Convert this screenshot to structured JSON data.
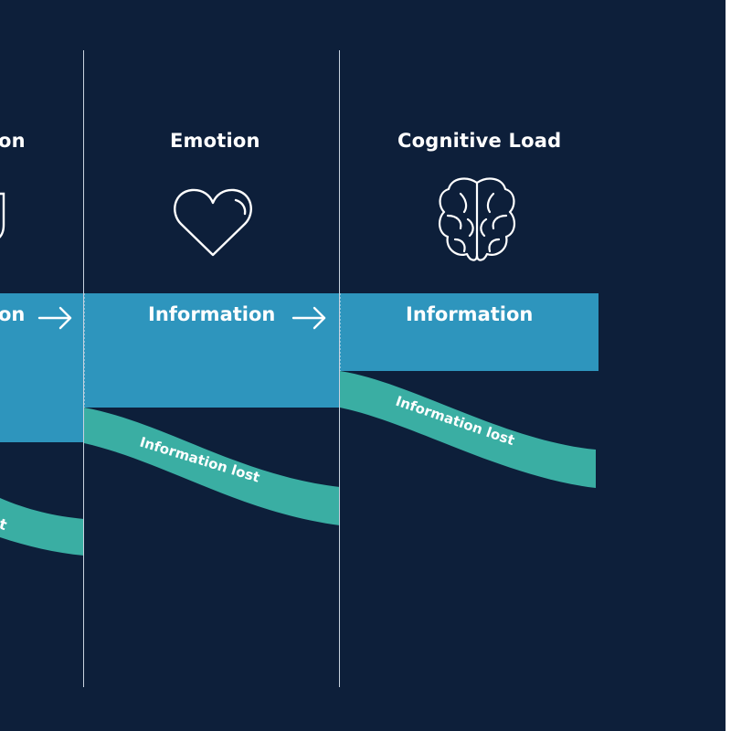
{
  "columns": [
    {
      "title": "on",
      "info_label": "on"
    },
    {
      "title": "Emotion",
      "info_label": "Information",
      "icon": "heart-icon"
    },
    {
      "title": "Cognitive Load",
      "info_label": "Information",
      "icon": "brain-icon"
    }
  ],
  "lost_label": "Information lost",
  "lost_label_partial": "t",
  "colors": {
    "background": "#0d1f3a",
    "information_band": "#2e95bd",
    "lost_band": "#3aaea3",
    "text": "#ffffff",
    "divider": "#c8d2de"
  }
}
